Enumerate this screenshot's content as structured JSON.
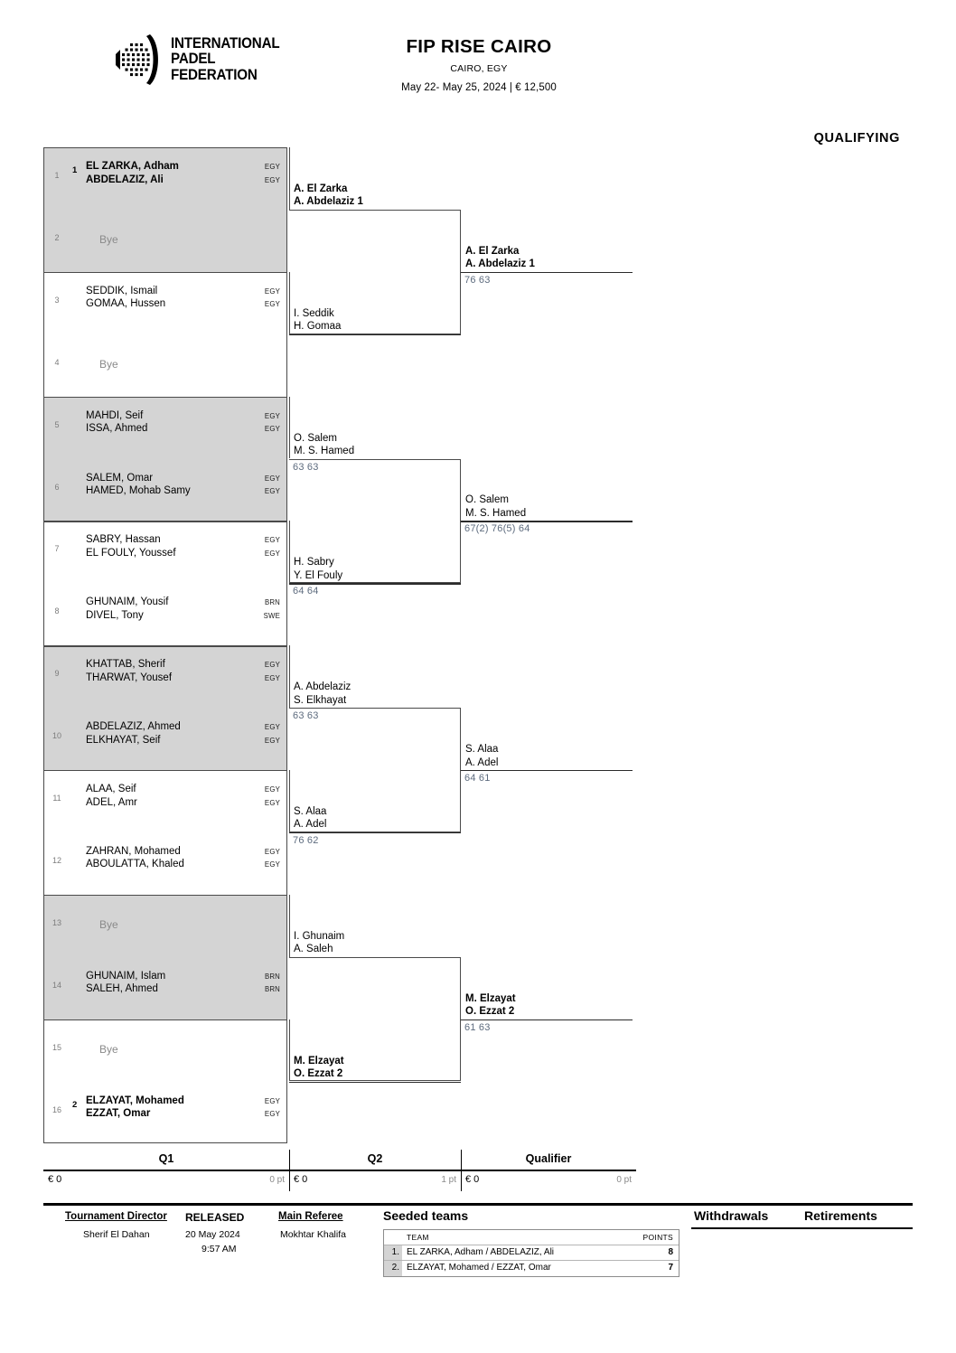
{
  "header": {
    "logo_lines": [
      "INTERNATIONAL",
      "PADEL",
      "FEDERATION"
    ],
    "title": "FIP RISE CAIRO",
    "city": "CAIRO, EGY",
    "dates": "May 22- May 25, 2024  |  € 12,500",
    "section_label": "QUALIFYING"
  },
  "draw": {
    "slots": [
      {
        "num": "1",
        "seed": "1",
        "p1": "EL ZARKA, Adham",
        "p2": "ABDELAZIZ, Ali",
        "c1": "EGY",
        "c2": "EGY",
        "bold": true,
        "bye": false
      },
      {
        "num": "2",
        "seed": "",
        "p1": "",
        "p2": "",
        "c1": "",
        "c2": "",
        "bold": false,
        "bye": true,
        "bye_label": "Bye"
      },
      {
        "num": "3",
        "seed": "",
        "p1": "SEDDIK, Ismail",
        "p2": "GOMAA, Hussen",
        "c1": "EGY",
        "c2": "EGY",
        "bold": false,
        "bye": false
      },
      {
        "num": "4",
        "seed": "",
        "p1": "",
        "p2": "",
        "c1": "",
        "c2": "",
        "bold": false,
        "bye": true,
        "bye_label": "Bye"
      },
      {
        "num": "5",
        "seed": "",
        "p1": "MAHDI, Seif",
        "p2": "ISSA, Ahmed",
        "c1": "EGY",
        "c2": "EGY",
        "bold": false,
        "bye": false
      },
      {
        "num": "6",
        "seed": "",
        "p1": "SALEM, Omar",
        "p2": "HAMED, Mohab Samy",
        "c1": "EGY",
        "c2": "EGY",
        "bold": false,
        "bye": false
      },
      {
        "num": "7",
        "seed": "",
        "p1": "SABRY, Hassan",
        "p2": "EL FOULY, Youssef",
        "c1": "EGY",
        "c2": "EGY",
        "bold": false,
        "bye": false
      },
      {
        "num": "8",
        "seed": "",
        "p1": "GHUNAIM, Yousif",
        "p2": "DIVEL, Tony",
        "c1": "BRN",
        "c2": "SWE",
        "bold": false,
        "bye": false
      },
      {
        "num": "9",
        "seed": "",
        "p1": "KHATTAB, Sherif",
        "p2": "THARWAT, Yousef",
        "c1": "EGY",
        "c2": "EGY",
        "bold": false,
        "bye": false
      },
      {
        "num": "10",
        "seed": "",
        "p1": "ABDELAZIZ, Ahmed",
        "p2": "ELKHAYAT, Seif",
        "c1": "EGY",
        "c2": "EGY",
        "bold": false,
        "bye": false
      },
      {
        "num": "11",
        "seed": "",
        "p1": "ALAA, Seif",
        "p2": "ADEL, Amr",
        "c1": "EGY",
        "c2": "EGY",
        "bold": false,
        "bye": false
      },
      {
        "num": "12",
        "seed": "",
        "p1": "ZAHRAN, Mohamed",
        "p2": "ABOULATTA, Khaled",
        "c1": "EGY",
        "c2": "EGY",
        "bold": false,
        "bye": false
      },
      {
        "num": "13",
        "seed": "",
        "p1": "",
        "p2": "",
        "c1": "",
        "c2": "",
        "bold": false,
        "bye": true,
        "bye_label": "Bye"
      },
      {
        "num": "14",
        "seed": "",
        "p1": "GHUNAIM, Islam",
        "p2": "SALEH, Ahmed",
        "c1": "BRN",
        "c2": "BRN",
        "bold": false,
        "bye": false
      },
      {
        "num": "15",
        "seed": "",
        "p1": "",
        "p2": "",
        "c1": "",
        "c2": "",
        "bold": false,
        "bye": true,
        "bye_label": "Bye"
      },
      {
        "num": "16",
        "seed": "2",
        "p1": "ELZAYAT, Mohamed",
        "p2": "EZZAT, Omar",
        "c1": "EGY",
        "c2": "EGY",
        "bold": true,
        "bye": false
      }
    ],
    "q1": [
      {
        "p1": "A. El Zarka",
        "p2": "A. Abdelaziz  1",
        "score": "",
        "bold": true
      },
      {
        "p1": "I. Seddik",
        "p2": "H. Gomaa",
        "score": "",
        "bold": false
      },
      {
        "p1": "O. Salem",
        "p2": "M. S. Hamed",
        "score": "63 63",
        "bold": false
      },
      {
        "p1": "H. Sabry",
        "p2": "Y. El Fouly",
        "score": "64 64",
        "bold": false
      },
      {
        "p1": "A. Abdelaziz",
        "p2": "S. Elkhayat",
        "score": "63 63",
        "bold": false
      },
      {
        "p1": "S. Alaa",
        "p2": "A. Adel",
        "score": "76 62",
        "bold": false
      },
      {
        "p1": "I. Ghunaim",
        "p2": "A. Saleh",
        "score": "",
        "bold": false
      },
      {
        "p1": "M. Elzayat",
        "p2": "O. Ezzat  2",
        "score": "",
        "bold": true
      }
    ],
    "q2": [
      {
        "p1": "A. El Zarka",
        "p2": "A. Abdelaziz  1",
        "score": "76 63",
        "bold": true
      },
      {
        "p1": "O. Salem",
        "p2": "M. S. Hamed",
        "score": "67(2) 76(5) 64",
        "bold": false
      },
      {
        "p1": "S. Alaa",
        "p2": "A. Adel",
        "score": "64 61",
        "bold": false
      },
      {
        "p1": "M. Elzayat",
        "p2": "O. Ezzat  2",
        "score": "61 63",
        "bold": true
      }
    ]
  },
  "prize": {
    "columns": [
      {
        "label": "Q1",
        "amount": "€ 0",
        "points": "0 pt"
      },
      {
        "label": "Q2",
        "amount": "€ 0",
        "points": "1 pt"
      },
      {
        "label": "Qualifier",
        "amount": "€ 0",
        "points": "0 pt"
      }
    ]
  },
  "footer": {
    "tournament_director_label": "Tournament Director",
    "tournament_director": "Sherif El Dahan",
    "released_label": "RELEASED",
    "released_date": "20 May 2024",
    "released_time": "9:57 AM",
    "main_referee_label": "Main Referee",
    "main_referee": "Mokhtar Khalifa",
    "seeded_label": "Seeded teams",
    "seeded_head_team": "TEAM",
    "seeded_head_points": "POINTS",
    "seeded": [
      {
        "idx": "1.",
        "team": "EL ZARKA, Adham / ABDELAZIZ, Ali",
        "points": "8"
      },
      {
        "idx": "2.",
        "team": "ELZAYAT, Mohamed / EZZAT, Omar",
        "points": "7"
      }
    ],
    "withdrawals_label": "Withdrawals",
    "retirements_label": "Retirements"
  }
}
